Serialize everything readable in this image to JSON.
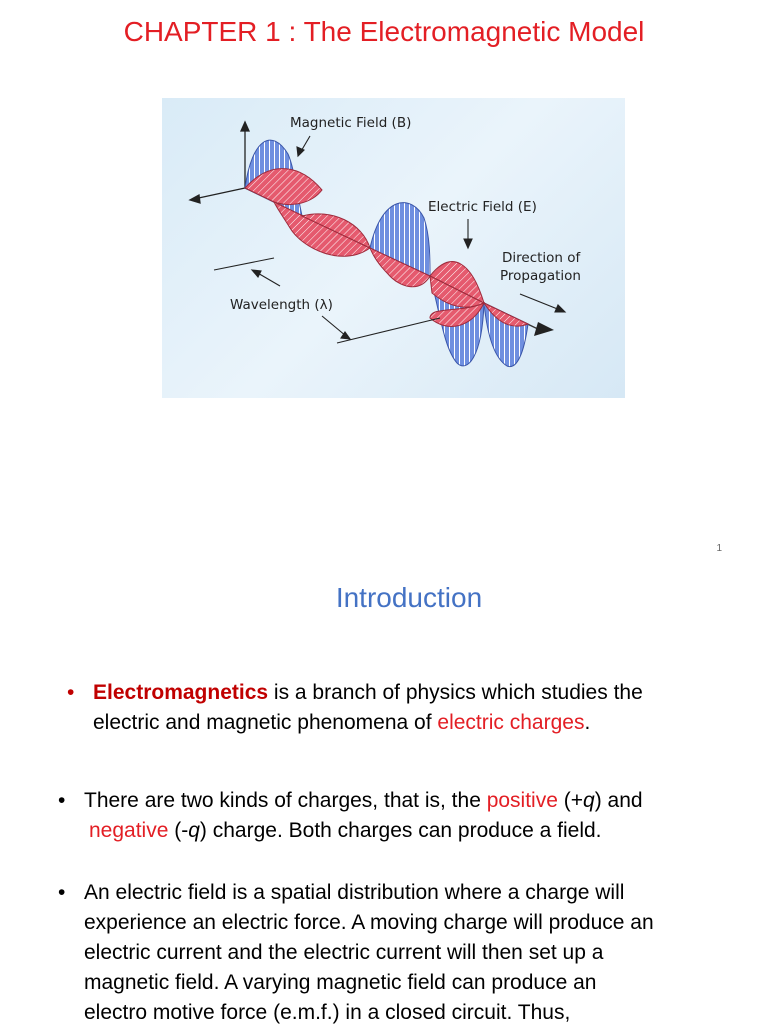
{
  "slide1": {
    "title": "CHAPTER 1 : The Electromagnetic Model",
    "figure": {
      "magnetic_label": "Magnetic Field (B)",
      "electric_label": "Electric Field (E)",
      "direction_label_1": "Direction of",
      "direction_label_2": "Propagation",
      "wavelength_label": "Wavelength (λ)",
      "colors": {
        "magnetic": "#5b7fd6",
        "electric": "#e0485e",
        "background": "#e3f0fa"
      }
    },
    "slide_number": "1"
  },
  "slide2": {
    "title": "Introduction",
    "bullet1": {
      "term": "Electromagnetics",
      "text1": " is a branch of physics which studies the",
      "text2": "electric and magnetic phenomena of ",
      "highlight": "electric charges",
      "end": "."
    },
    "bullet2": {
      "text1": "There are two kinds of charges, that is, the ",
      "positive": "positive",
      "text2": " (+",
      "q1": "q",
      "text3": ") and",
      "negative": "negative",
      "text4": " (-",
      "q2": "q",
      "text5": ") charge. Both charges can produce a field."
    },
    "bullet3": {
      "line1": "An electric field is a spatial distribution where a charge will",
      "line2": "experience an electric force. A moving charge will produce an",
      "line3": "electric current and the electric current will then set up a",
      "line4": "magnetic field. A varying magnetic field can produce an",
      "line5": "electro motive force (e.m.f.) in a closed circuit. Thus,"
    },
    "bullet_symbol": "•"
  }
}
